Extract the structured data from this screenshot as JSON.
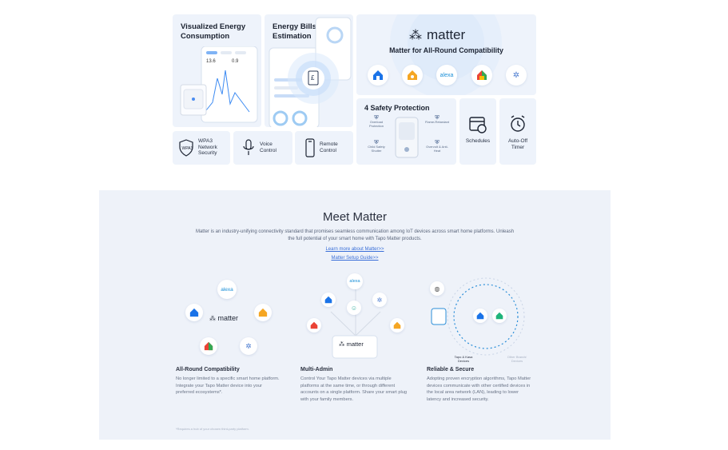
{
  "features": {
    "energy_consumption": "Visualized Energy Consumption",
    "energy_bills": "Energy Bills Estimation",
    "matter_brand": "matter",
    "matter_compat": "Matter for All-Round Compatibility",
    "safety": "4 Safety Protection",
    "safety_items": [
      "Overload Protection",
      "Flame-Retardant",
      "Child Safety Shutter",
      "Overvolt & Anti-Heat"
    ],
    "schedules": "Schedules",
    "auto_off": "Auto-Off Timer",
    "wpa3": "WPA3 Network Security",
    "voice": "Voice Control",
    "remote": "Remote Control",
    "alexa_label": "alexa"
  },
  "meet": {
    "title": "Meet Matter",
    "description": "Matter is an industry-unifying connectivity standard that promises seamless communication among IoT devices across smart home platforms. Unleash the full potential of your smart home with Tapo Matter products.",
    "link_learn": "Learn more about Matter>>",
    "link_guide": "Matter Setup Guide>>",
    "columns": [
      {
        "title": "All-Round Compatibility",
        "text": "No longer limited to a specific smart home platform. Integrate your Tapo Matter device into your preferred ecosystems*."
      },
      {
        "title": "Multi-Admin",
        "text": "Control Your Tapo Matter devices via multiple platforms at the same time, or through different accounts on a single platform. Share your smart plug with your family members."
      },
      {
        "title": "Reliable & Secure",
        "text": "Adopting proven encryption algorithms, Tapo Matter devices communicate with other certified devices in the local area network (LAN), leading to lower latency and increased security."
      }
    ],
    "diagram_labels": {
      "tapo_kasa": "Tapo & Kasa Devices",
      "other_brands": "Other Brands' Devices",
      "matter": "matter",
      "alexa": "alexa"
    },
    "footnote": "*Requires a hub of your chosen third-party platform."
  },
  "colors": {
    "accent": "#1a73e8",
    "panel": "#eef3fb",
    "link": "#3a6fd8"
  }
}
